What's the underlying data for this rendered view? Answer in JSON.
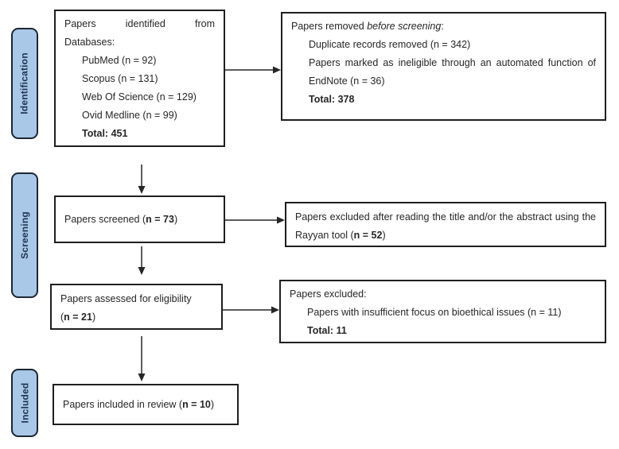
{
  "diagram": {
    "stages": [
      {
        "label": "Identification"
      },
      {
        "label": "Screening"
      },
      {
        "label": "Included"
      }
    ],
    "boxes": {
      "identified": {
        "line1": "Papers identified from",
        "line2": "Databases:",
        "items": [
          "PubMed (n = 92)",
          "Scopus (n = 131)",
          "Web Of Science (n = 129)",
          "Ovid Medline (n = 99)"
        ],
        "total": "Total: 451"
      },
      "removed": {
        "title_prefix": "Papers removed ",
        "title_italic": "before screening",
        "title_suffix": ":",
        "item1": "Duplicate records removed (n = 342)",
        "item2_line1": "Papers marked as ineligible through an automated function of",
        "item2_line2": "EndNote (n = 36)",
        "total": "Total: 378"
      },
      "screened": {
        "prefix": "Papers screened (",
        "bold": "n = 73",
        "suffix": ")"
      },
      "excluded_screening": {
        "line1": "Papers excluded after reading the title and/or the abstract using the",
        "line2_prefix": "Rayyan tool (",
        "line2_bold": "n = 52",
        "line2_suffix": ")"
      },
      "assessed": {
        "line1": "Papers assessed for eligibility",
        "line2_prefix": "(",
        "line2_bold": "n = 21",
        "line2_suffix": ")"
      },
      "excluded_eligibility": {
        "title": "Papers excluded:",
        "item1": "Papers with insufficient focus on bioethical issues (n = 11)",
        "total": "Total: 11"
      },
      "included": {
        "prefix": "Papers included in review (",
        "bold": "n = 10",
        "suffix": ")"
      }
    },
    "colors": {
      "background": "#ffffff",
      "stage_fill": "#a9c7e6",
      "stage_border": "#1c2733",
      "stage_text": "#1f3352",
      "box_border": "#1f1f1f",
      "box_text": "#262626",
      "arrow": "#262626"
    }
  }
}
